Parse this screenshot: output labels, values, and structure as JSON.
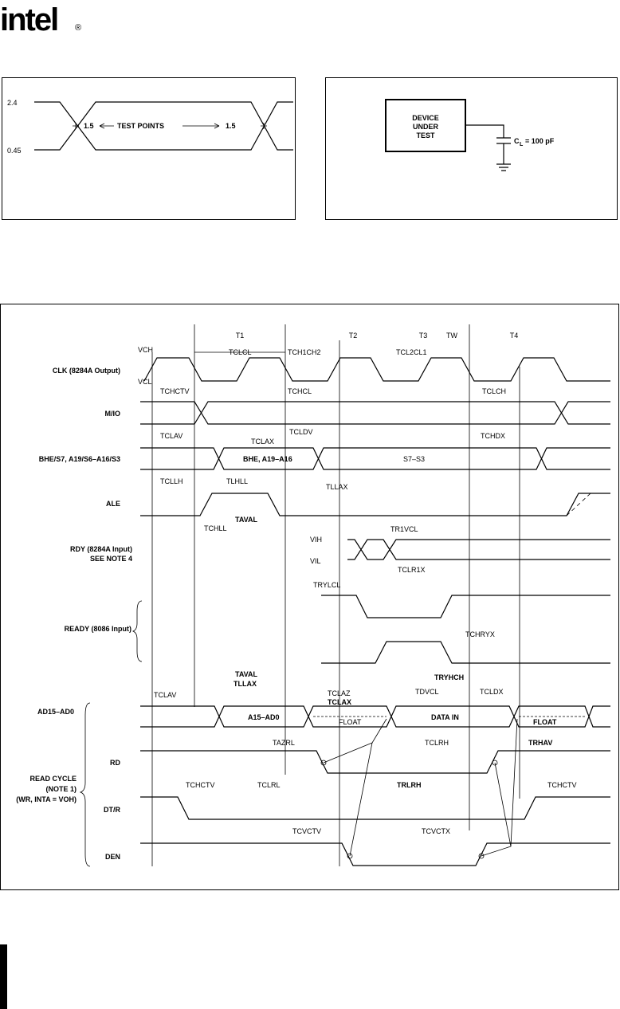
{
  "logo": {
    "text": "intel",
    "mark": "®"
  },
  "test_waveform": {
    "v_high": "2.4",
    "v_low": "0.45",
    "left_point": "1.5",
    "right_point": "1.5",
    "caption": "TEST POINTS"
  },
  "load_circuit": {
    "device_line1": "DEVICE",
    "device_line2": "UNDER",
    "device_line3": "TEST",
    "cap_label": "C",
    "cap_sub": "L",
    "cap_value": "= 100 pF"
  },
  "timing": {
    "states": [
      "T1",
      "T2",
      "T3",
      "TW",
      "T4"
    ],
    "signals": {
      "clk": "CLK (8284A Output)",
      "mio": "M/IO",
      "bhe": "BHE/S7, A19/S6–A16/S3",
      "ale": "ALE",
      "rdy": "RDY (8284A Input)",
      "rdy_note": "SEE NOTE 4",
      "ready": "READY (8086 Input)",
      "ad": "AD15–AD0",
      "rd": "RD",
      "read_cycle": "READ CYCLE",
      "note1": "(NOTE 1)",
      "wr_inta": "(WR, INTA = VOH)",
      "dtr": "DT/R",
      "den": "DEN"
    },
    "levels": {
      "vch": "VCH",
      "vcl": "VCL",
      "vih": "VIH",
      "vil": "VIL"
    },
    "buses": {
      "bhe_addr": "BHE, A19–A16",
      "status": "S7–S3",
      "addr": "A15–AD0",
      "data_in": "DATA IN",
      "float1": "FLOAT",
      "float2": "FLOAT"
    },
    "params": {
      "tclcl": "TCLCL",
      "tch1ch2": "TCH1CH2",
      "tcl2cl1": "TCL2CL1",
      "tchctv1": "TCHCTV",
      "tchcl": "TCHCL",
      "tclch": "TCLCH",
      "tclav1": "TCLAV",
      "tcldv": "TCLDV",
      "tclax1": "TCLAX",
      "tchdx": "TCHDX",
      "tcllh": "TCLLH",
      "tlhll": "TLHLL",
      "tllax1": "TLLAX",
      "tchll": "TCHLL",
      "taval1": "TAVAL",
      "tr1vcl": "TR1VCL",
      "tclr1x": "TCLR1X",
      "tryhcl": "TRYLCL",
      "tchryx": "TCHRYX",
      "tryhch": "TRYHCH",
      "taval2": "TAVAL",
      "tllax2": "TLLAX",
      "tclav2": "TCLAV",
      "tclaz": "TCLAZ",
      "tclax2": "TCLAX",
      "tdvcl": "TDVCL",
      "tcldx": "TCLDX",
      "tazrl": "TAZRL",
      "tclrh": "TCLRH",
      "trhav": "TRHAV",
      "tchctv2": "TCHCTV",
      "tclrl": "TCLRL",
      "trlrh": "TRLRH",
      "tchctv3": "TCHCTV",
      "tcvctv": "TCVCTV",
      "tcvctx": "TCVCTX"
    }
  }
}
